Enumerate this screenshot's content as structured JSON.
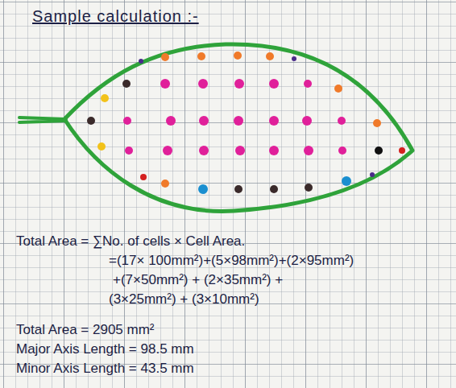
{
  "diagram": {
    "title": "Sample calculation :-",
    "labels": [
      "Total Area = ∑No. of cells × Cell Area.",
      "=(17× 100mm²)+(5×98mm²)+(2×95mm²)",
      "+(7×50mm²) + (2×35mm²) +",
      "(3×25mm²) + (3×10mm²)",
      "Total Area = 2905 mm²",
      "Major Axis Length = 98.5 mm",
      "Minor Axis Length = 43.5 mm"
    ]
  }
}
